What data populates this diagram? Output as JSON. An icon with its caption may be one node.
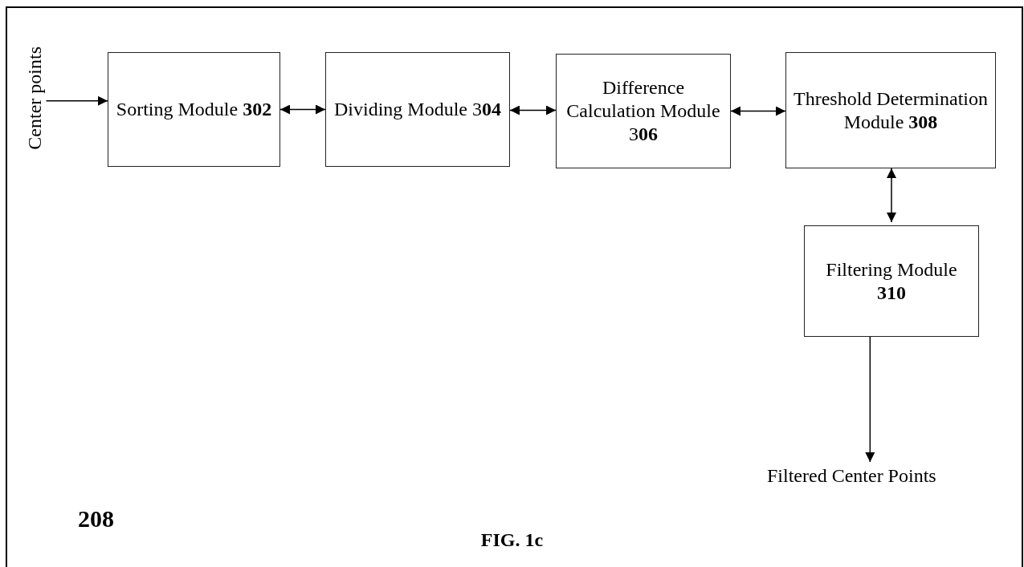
{
  "diagram": {
    "caption": "FIG. 1c",
    "nodes": [
      {
        "text": [
          "Center points"
        ]
      },
      {
        "text": [
          "Sorting Module **302**"
        ]
      },
      {
        "text": [
          "Dividing Module 3**04**"
        ]
      },
      {
        "text": [
          "Difference Calculation Module 3**06**"
        ]
      },
      {
        "text": [
          "Threshold Determination Module **308**"
        ]
      },
      {
        "text": [
          "Filtering Module **310**"
        ]
      },
      {
        "text": [
          "Filtered Center Points"
        ]
      }
    ],
    "edges": [
      {
        "from": 0,
        "to": 1,
        "arrow": "to"
      },
      {
        "from": 1,
        "to": 2,
        "arrow": "both"
      },
      {
        "from": 2,
        "to": 3,
        "arrow": "both"
      },
      {
        "from": 3,
        "to": 4,
        "arrow": "both"
      },
      {
        "from": 4,
        "to": 5,
        "arrow": "both"
      },
      {
        "from": 5,
        "to": 6,
        "arrow": "to"
      }
    ],
    "labels": [
      "208"
    ]
  }
}
